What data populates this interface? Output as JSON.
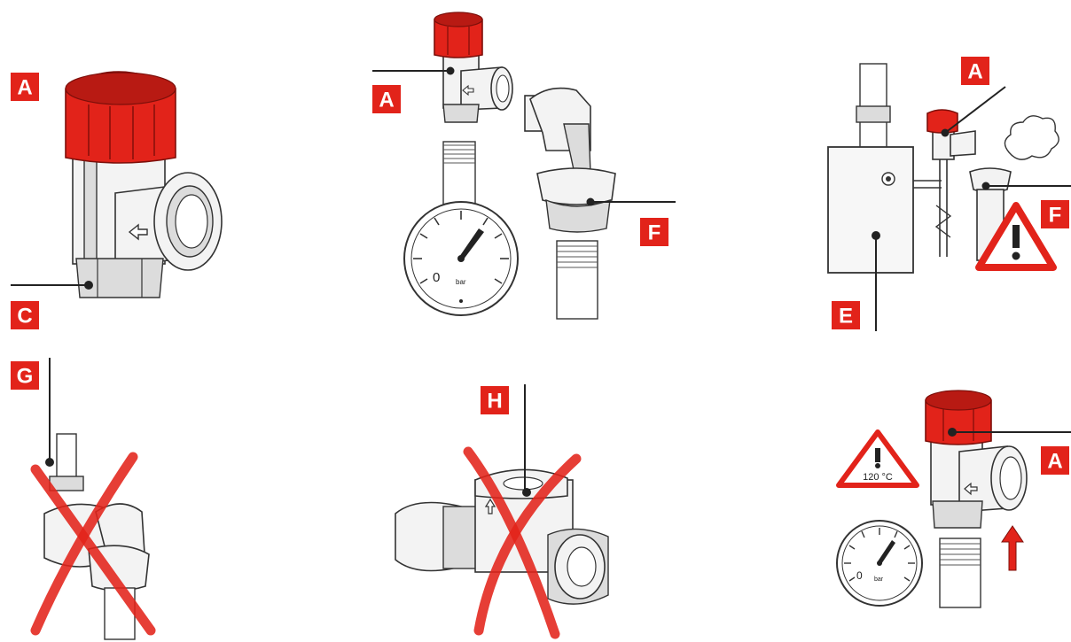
{
  "labels": {
    "a1": "A",
    "c1": "C",
    "a2": "A",
    "f2": "F",
    "a3": "A",
    "e3": "E",
    "f3": "F",
    "g4": "G",
    "h5": "H",
    "a6": "A"
  },
  "gauge": {
    "zero": "0",
    "unit": "bar"
  },
  "warning": {
    "temperature": "120 °C"
  },
  "colors": {
    "accent": "#e2231a",
    "line": "#222222"
  }
}
